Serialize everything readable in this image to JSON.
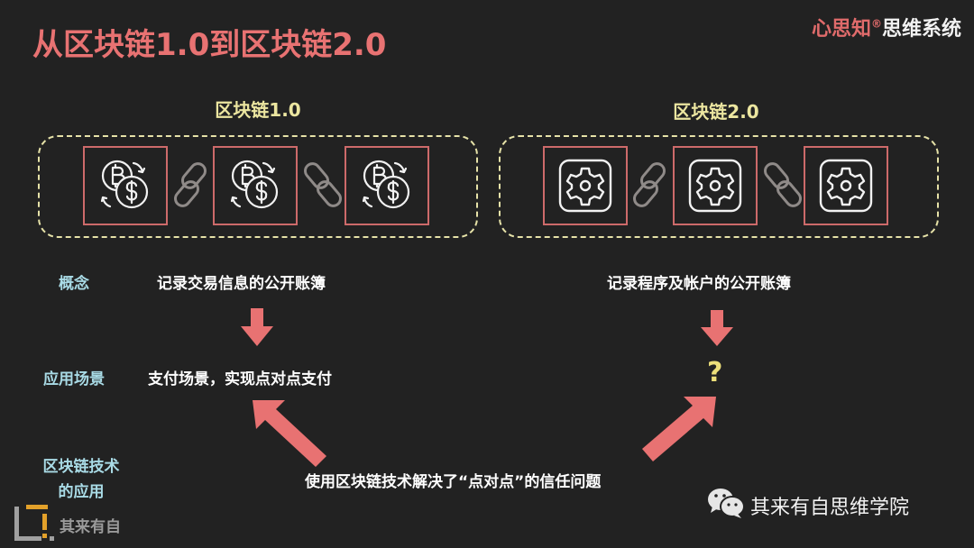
{
  "header": {
    "title": "从区块链1.0到区块链2.0",
    "brand_red": "心思知",
    "brand_reg": "®",
    "brand_white": "思维系统"
  },
  "chain_v1": {
    "title": "区块链1.0",
    "block_icon": "crypto-exchange-icon",
    "blocks": 3,
    "concept": "记录交易信息的公开账簿",
    "application": "支付场景，实现点对点支付"
  },
  "chain_v2": {
    "title": "区块链2.0",
    "block_icon": "gear-icon",
    "blocks": 3,
    "concept": "记录程序及帐户的公开账簿",
    "application": "?"
  },
  "row_labels": {
    "concept": "概念",
    "application": "应用场景",
    "tech_line1": "区块链技术",
    "tech_line2": "的应用"
  },
  "conclusion": "使用区块链技术解决了“点对点”的信任问题",
  "footer": {
    "logo_text": "其来有自",
    "wechat_name": "其来有自思维学院"
  },
  "colors": {
    "background": "#222222",
    "accent_red": "#e87272",
    "section_title": "#ece6a0",
    "label_blue": "#a9dbe6",
    "question": "#ecdf7a"
  }
}
